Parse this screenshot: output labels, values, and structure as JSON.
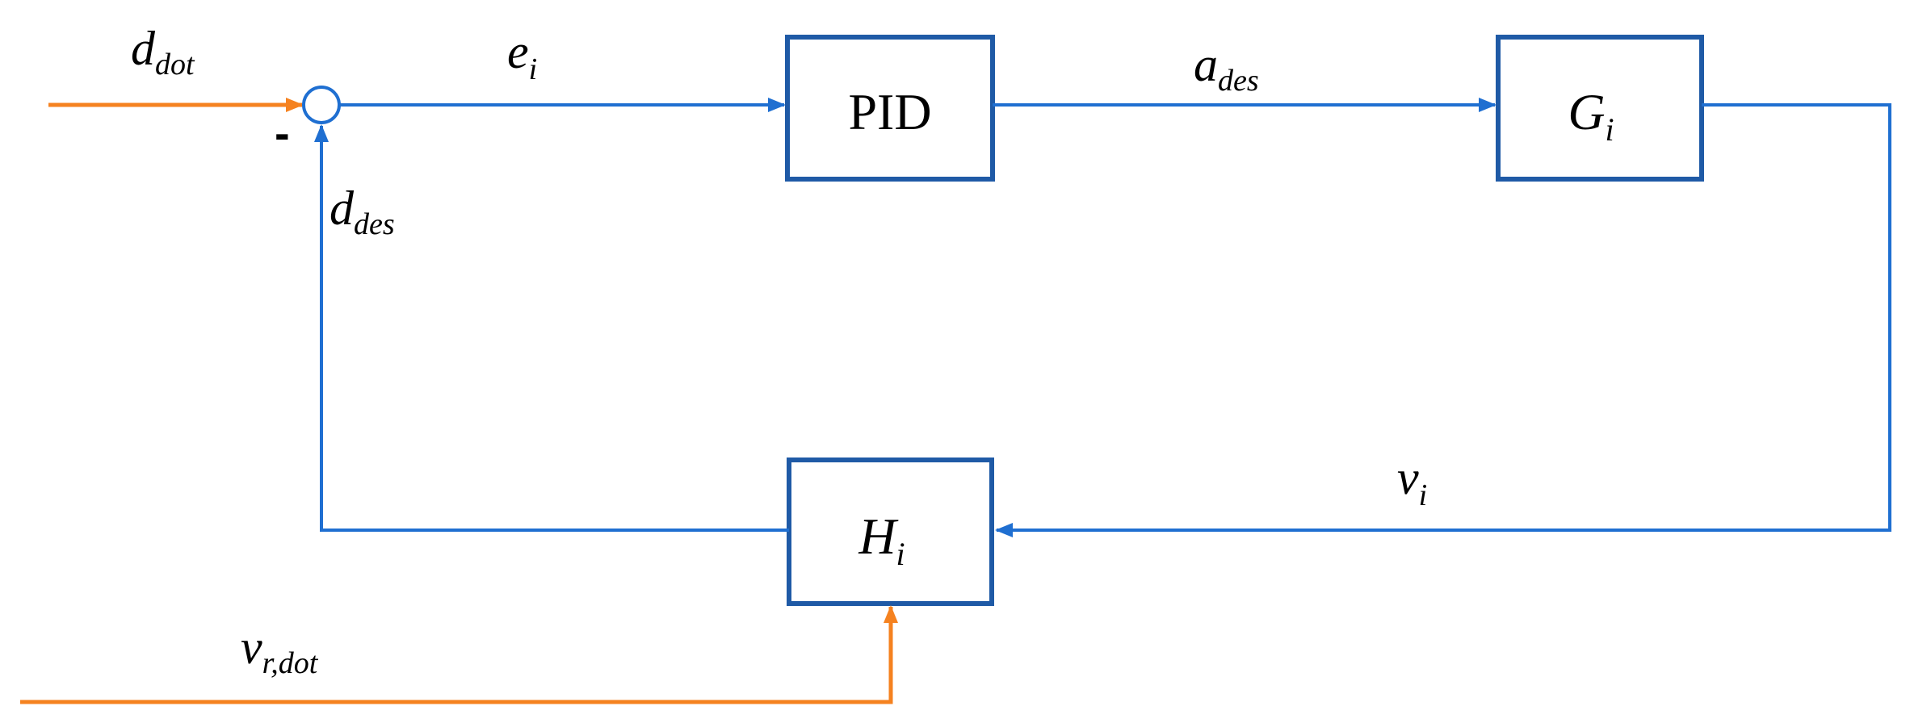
{
  "colors": {
    "signal": "#1f6fd1",
    "external_input": "#f58220",
    "block_border": "#1f5aa6",
    "text": "#000000",
    "background": "#ffffff"
  },
  "blocks": {
    "pid": {
      "text": "PID"
    },
    "g": {
      "main": "G",
      "sub": "i"
    },
    "h": {
      "main": "H",
      "sub": "i"
    }
  },
  "signals": {
    "d_dot": {
      "main": "d",
      "sub": "dot"
    },
    "e_i": {
      "main": "e",
      "sub": "i"
    },
    "a_des": {
      "main": "a",
      "sub": "des"
    },
    "v_i": {
      "main": "v",
      "sub": "i"
    },
    "d_des": {
      "main": "d",
      "sub": "des"
    },
    "v_r_dot": {
      "main": "v",
      "sub": "r,dot"
    }
  },
  "summing_junction": {
    "minus_sign": "-"
  }
}
